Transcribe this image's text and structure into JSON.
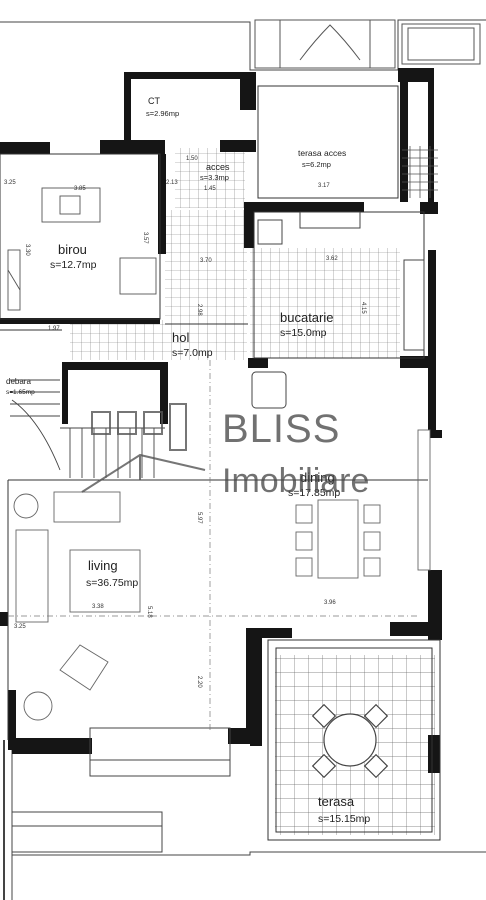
{
  "watermark": {
    "line1": "BLISS",
    "line2": "Imobiliare"
  },
  "rooms": {
    "ct": {
      "name": "CT",
      "area": "s=2.96mp"
    },
    "acces": {
      "name": "acces",
      "area": "s=3.3mp"
    },
    "terasa_acces": {
      "name": "terasa acces",
      "area": "s=6.2mp"
    },
    "birou": {
      "name": "birou",
      "area": "s=12.7mp"
    },
    "bucatarie": {
      "name": "bucatarie",
      "area": "s=15.0mp"
    },
    "hol": {
      "name": "hol",
      "area": "s=7.0mp"
    },
    "debara": {
      "name": "debara",
      "area": "s=1.65mp"
    },
    "dining": {
      "name": "dining",
      "area": "s=17.85mp"
    },
    "living": {
      "name": "living",
      "area": "s=36.75mp"
    },
    "terasa": {
      "name": "terasa",
      "area": "s=15.15mp"
    }
  },
  "dimensions": {
    "d_ct": "1.50",
    "d_acces1": "2.13",
    "d_acces2": "1.45",
    "d_terasa_acces": "3.17",
    "d_birou_w": "3.85",
    "d_birou_h": "3.30",
    "d_birou_left": "3.25",
    "d_birou_door": "3.57",
    "d_hol_w": "3.70",
    "d_hol_h": "2.98",
    "d_bucatarie_w": "3.62",
    "d_bucatarie_h": "4.15",
    "d_stair": "1.97",
    "d_living_w": "3.38",
    "d_living_h": "5.97",
    "d_living_left": "3.25",
    "d_dining_w": "3.96",
    "d_living_b": "2.20",
    "d_living_c": "5.18"
  }
}
